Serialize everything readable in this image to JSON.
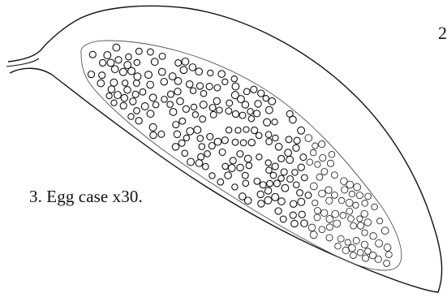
{
  "figure": {
    "caption": "3. Egg case x30.",
    "edge_mark": "2",
    "ink_color": "#111111",
    "background_color": "#ffffff",
    "egg_count_visible": 260
  }
}
